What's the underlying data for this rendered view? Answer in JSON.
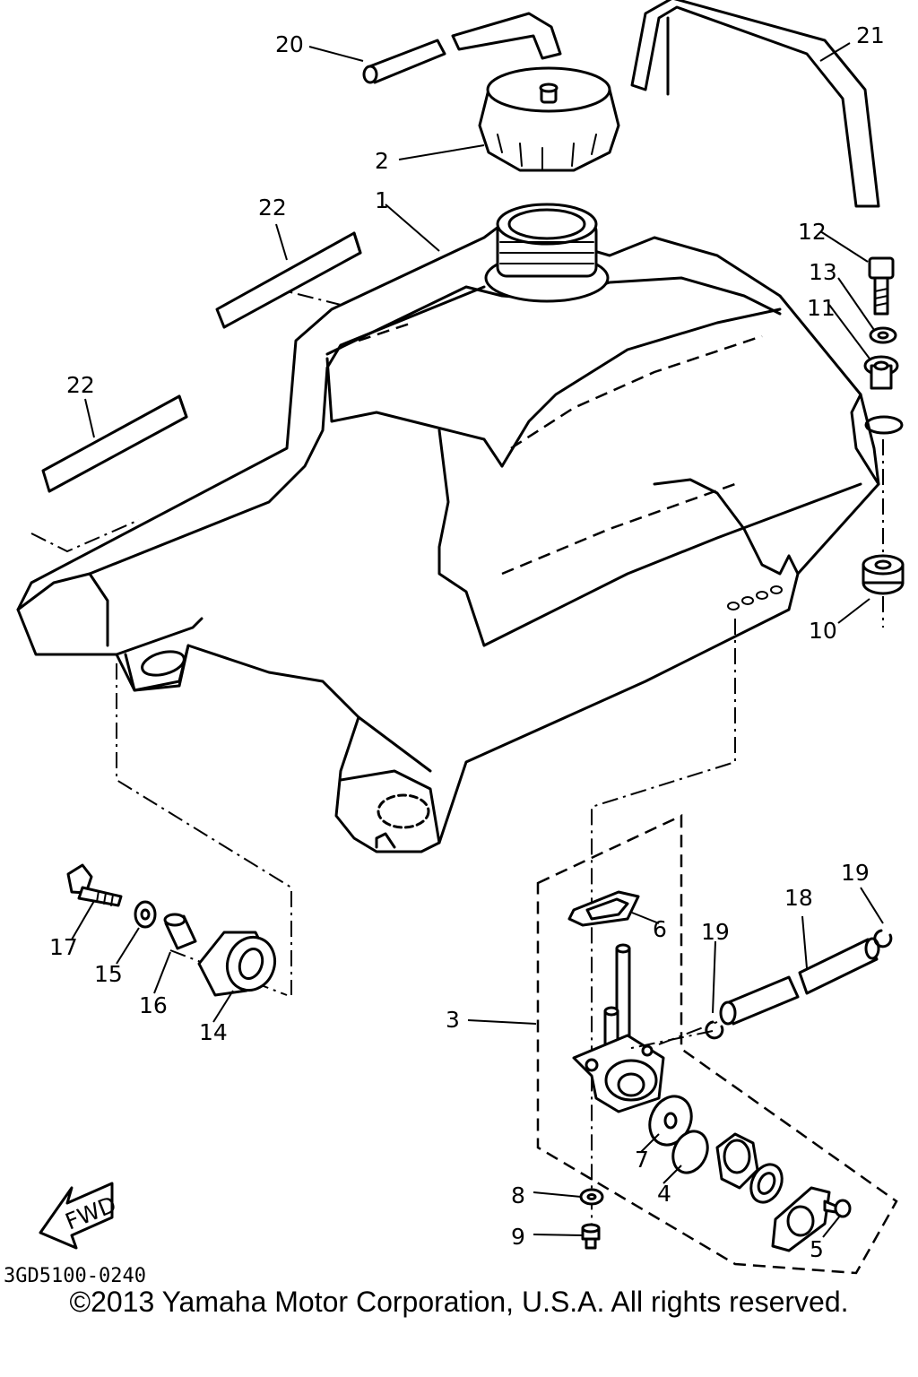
{
  "diagram": {
    "parts": [
      {
        "number": "1"
      },
      {
        "number": "2"
      },
      {
        "number": "3"
      },
      {
        "number": "4"
      },
      {
        "number": "5"
      },
      {
        "number": "6"
      },
      {
        "number": "7"
      },
      {
        "number": "8"
      },
      {
        "number": "9"
      },
      {
        "number": "10"
      },
      {
        "number": "11"
      },
      {
        "number": "12"
      },
      {
        "number": "13"
      },
      {
        "number": "14"
      },
      {
        "number": "15"
      },
      {
        "number": "16"
      },
      {
        "number": "17"
      },
      {
        "number": "18"
      },
      {
        "number": "19"
      },
      {
        "number": "20"
      },
      {
        "number": "21"
      },
      {
        "number": "22"
      }
    ],
    "extra_callouts": {
      "p22b": "22",
      "p19b": "19"
    },
    "fwd_label": "FWD",
    "drawing_code": "3GD5100-0240"
  },
  "footer": {
    "copyright": "©2013 Yamaha Motor Corporation, U.S.A. All rights reserved."
  }
}
